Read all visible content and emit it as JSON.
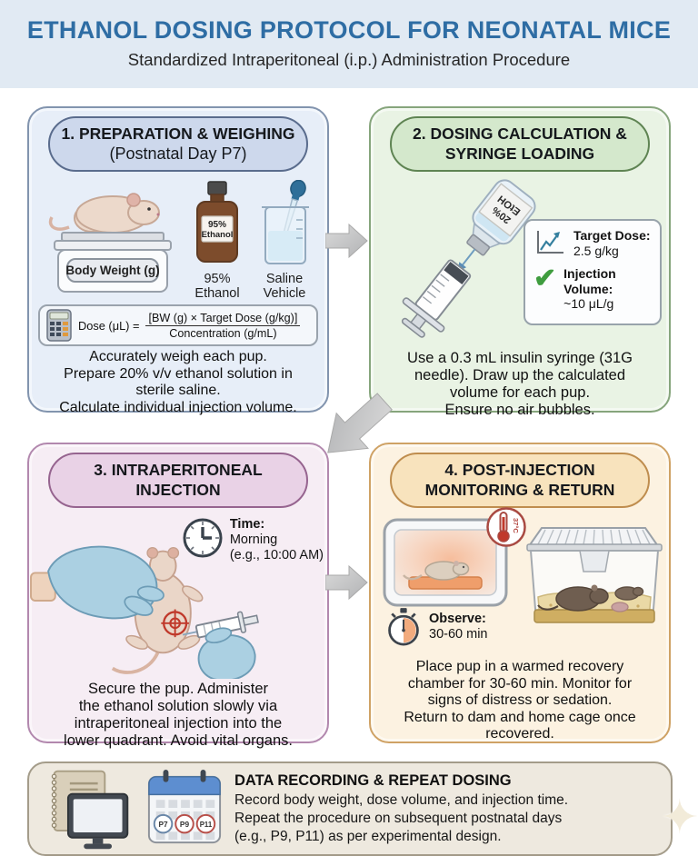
{
  "header": {
    "title": "ETHANOL DOSING PROTOCOL FOR NEONATAL MICE",
    "subtitle": "Standardized Intraperitoneal (i.p.) Administration Procedure"
  },
  "panel1": {
    "title1": "1. PREPARATION & WEIGHING",
    "title2": "(Postnatal Day P7)",
    "scale_label": "Body Weight (g)",
    "bottle_label1": "95%",
    "bottle_label2": "Ethanol",
    "bottle_caption1": "95%",
    "bottle_caption2": "Ethanol",
    "beaker_caption1": "Saline",
    "beaker_caption2": "Vehicle",
    "formula_prefix": "Dose (μL) =",
    "formula_numerator": "[BW (g) × Target Dose (g/kg)]",
    "formula_denominator": "Concentration (g/mL)",
    "caption": [
      "Accurately weigh each pup.",
      "Prepare 20% v/v ethanol solution in",
      "sterile saline.",
      "Calculate individual injection volume."
    ]
  },
  "panel2": {
    "title1": "2. DOSING CALCULATION &",
    "title2": "SYRINGE LOADING",
    "vial_label1": "20%",
    "vial_label2": "EtOH",
    "target_dose_label": "Target Dose:",
    "target_dose_value": "2.5 g/kg",
    "injection_label1": "Injection",
    "injection_label2": "Volume:",
    "injection_value": "~10 μL/g",
    "check_glyph": "✔",
    "caption": [
      "Use a 0.3 mL insulin syringe (31G",
      "needle). Draw up the calculated",
      "volume for each pup.",
      "Ensure no air bubbles."
    ]
  },
  "panel3": {
    "title1": "3. INTRAPERITONEAL",
    "title2": "INJECTION",
    "time_label": "Time:",
    "time_value1": "Morning",
    "time_value2": "(e.g., 10:00 AM)",
    "caption": [
      "Secure the pup. Administer",
      "the ethanol solution slowly via",
      "intraperitoneal injection into the",
      "lower quadrant. Avoid vital organs."
    ]
  },
  "panel4": {
    "title1": "4. POST-INJECTION",
    "title2": "MONITORING & RETURN",
    "temp_value": "37°C",
    "observe_label": "Observe:",
    "observe_value": "30-60 min",
    "caption": [
      "Place pup in a warmed recovery",
      "chamber for 30-60 min. Monitor for",
      "signs of distress or sedation.",
      "Return to dam and home cage once",
      "recovered."
    ]
  },
  "footer": {
    "title": "DATA RECORDING & REPEAT DOSING",
    "lines": [
      "Record body weight, dose volume, and injection time.",
      "Repeat the procedure on subsequent postnatal days",
      "(e.g., P9, P11) as per experimental design."
    ],
    "calendar_days": [
      "P7",
      "P9",
      "P11"
    ],
    "sparkle_glyph": "✦"
  },
  "colors": {
    "title_blue": "#2e6da4",
    "panel1_border": "#8294ae",
    "panel2_border": "#86a57c",
    "panel3_border": "#b288ae",
    "panel4_border": "#cfa265",
    "check_green": "#3f9d3f",
    "target_red": "#c0392b",
    "arrow_gray": "#c3c4c6"
  }
}
